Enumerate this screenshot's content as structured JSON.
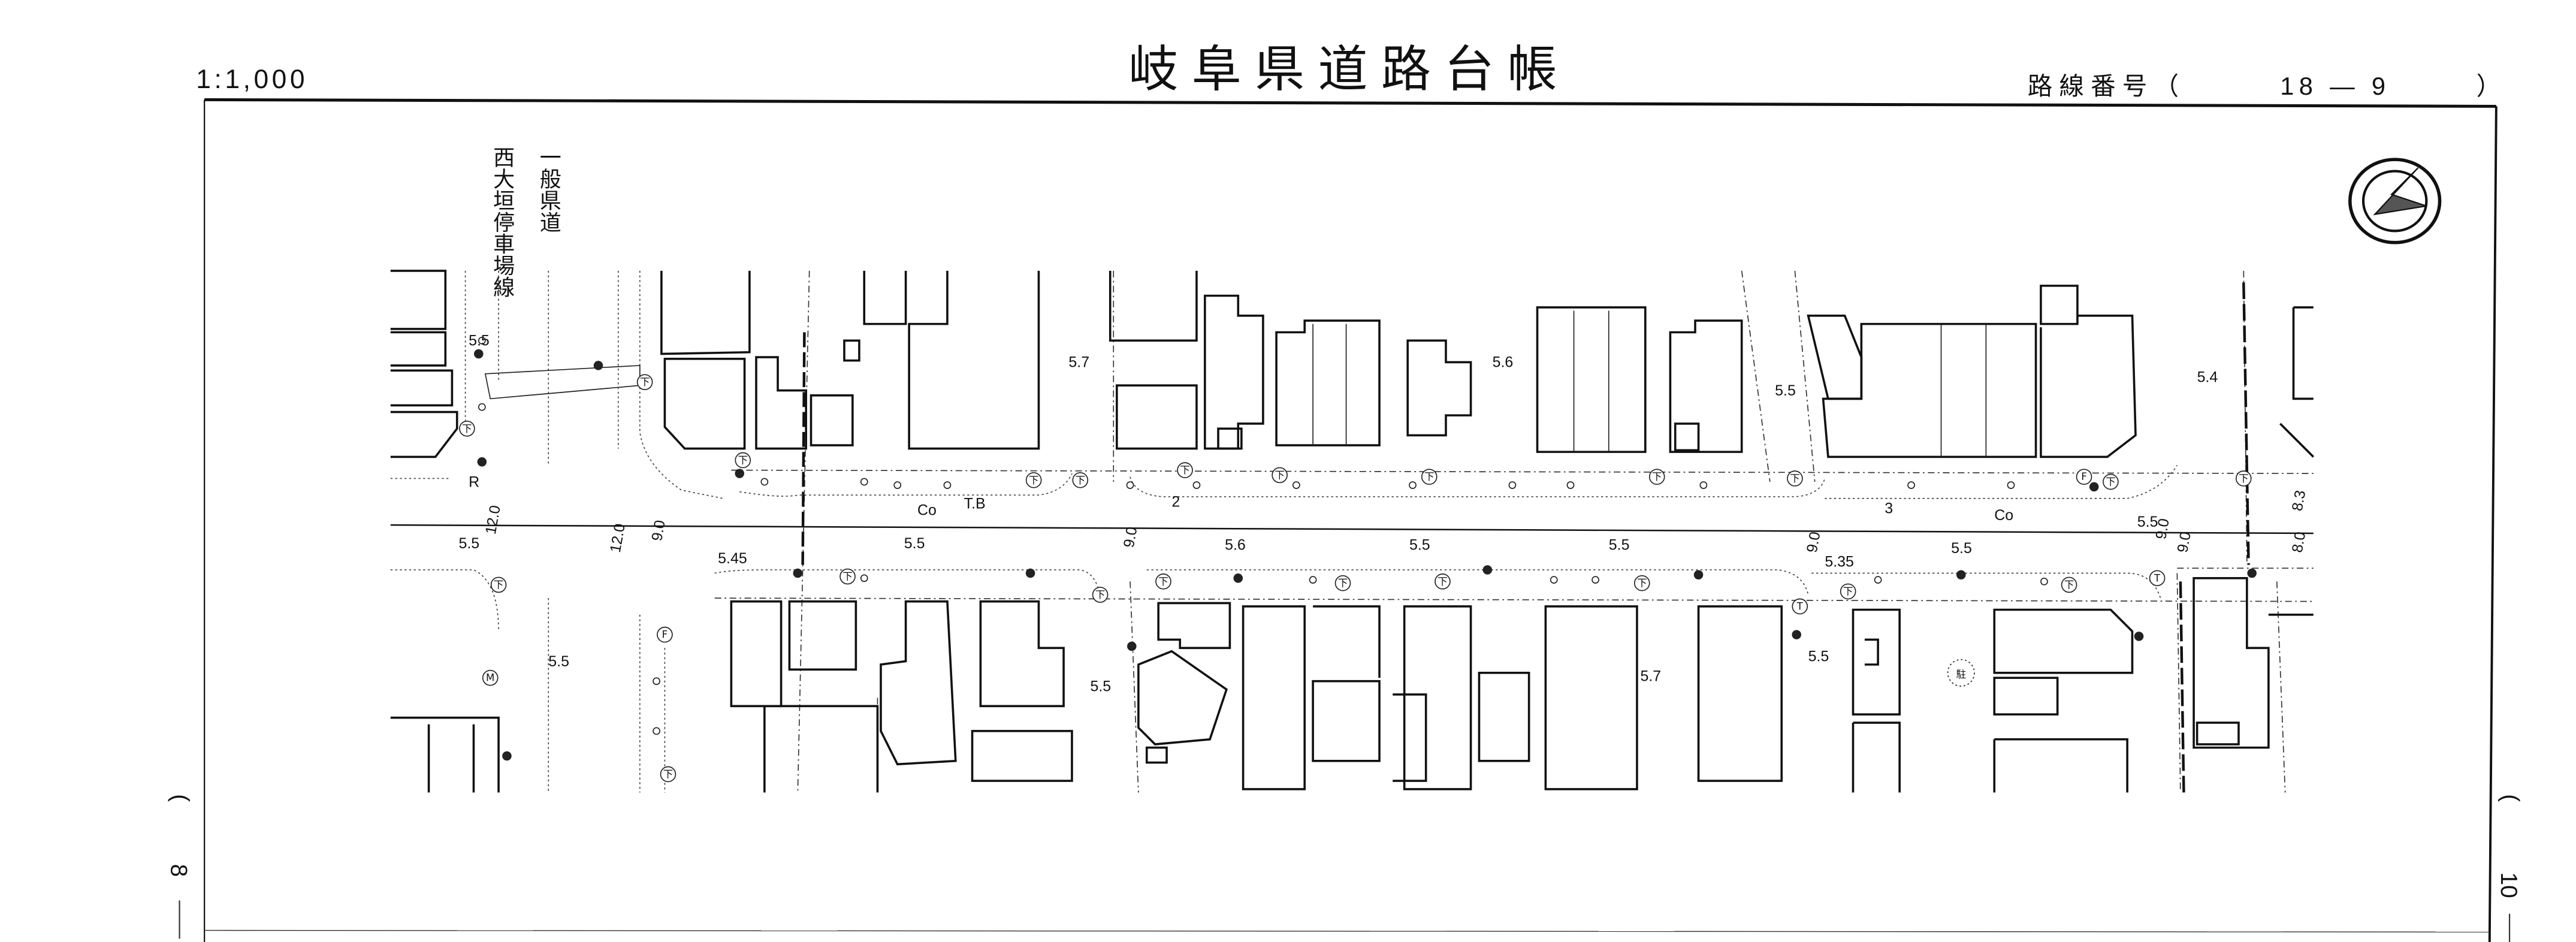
{
  "header": {
    "scale": "1:1,000",
    "title": "岐阜県道路台帳",
    "route_number_label": "路線番号（",
    "route_number": "18 — 9",
    "route_number_close": "）"
  },
  "crossing_route": {
    "line1": "一般県道",
    "line2": "西大垣停車場線"
  },
  "side_marks": {
    "left_page": "8",
    "right_page": "10",
    "paren": "("
  },
  "symbols": {
    "sewer": "下",
    "fire": "F",
    "telecom": "T",
    "meter": "M",
    "parking": "駐",
    "signal": "R"
  },
  "map_labels": {
    "segment_2": "2",
    "segment_3": "3",
    "co_left": "Co",
    "co_right": "Co",
    "tb": "T.B",
    "elev": [
      "5.5",
      "5.7",
      "5.6",
      "5.5",
      "5.4",
      "5.5",
      "5.5",
      "5.6",
      "5.5",
      "5.5",
      "5.5",
      "5.5",
      "5.45",
      "5.35",
      "5.5",
      "5.5",
      "5.7",
      "5.5"
    ],
    "widths": [
      "12.0",
      "9.0",
      "12.0",
      "9.0",
      "9.0",
      "9.0",
      "9.0",
      "8.0",
      "8.3"
    ]
  }
}
